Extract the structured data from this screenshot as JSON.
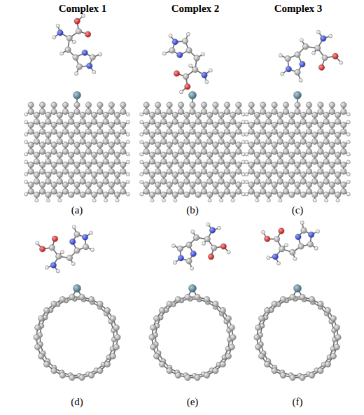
{
  "diagram": {
    "labels": [
      "Complex 1",
      "Complex 2",
      "Complex 3",
      "(a)",
      "(b)",
      "(c)",
      "(d)",
      "(e)",
      "(f)"
    ]
  }
}
